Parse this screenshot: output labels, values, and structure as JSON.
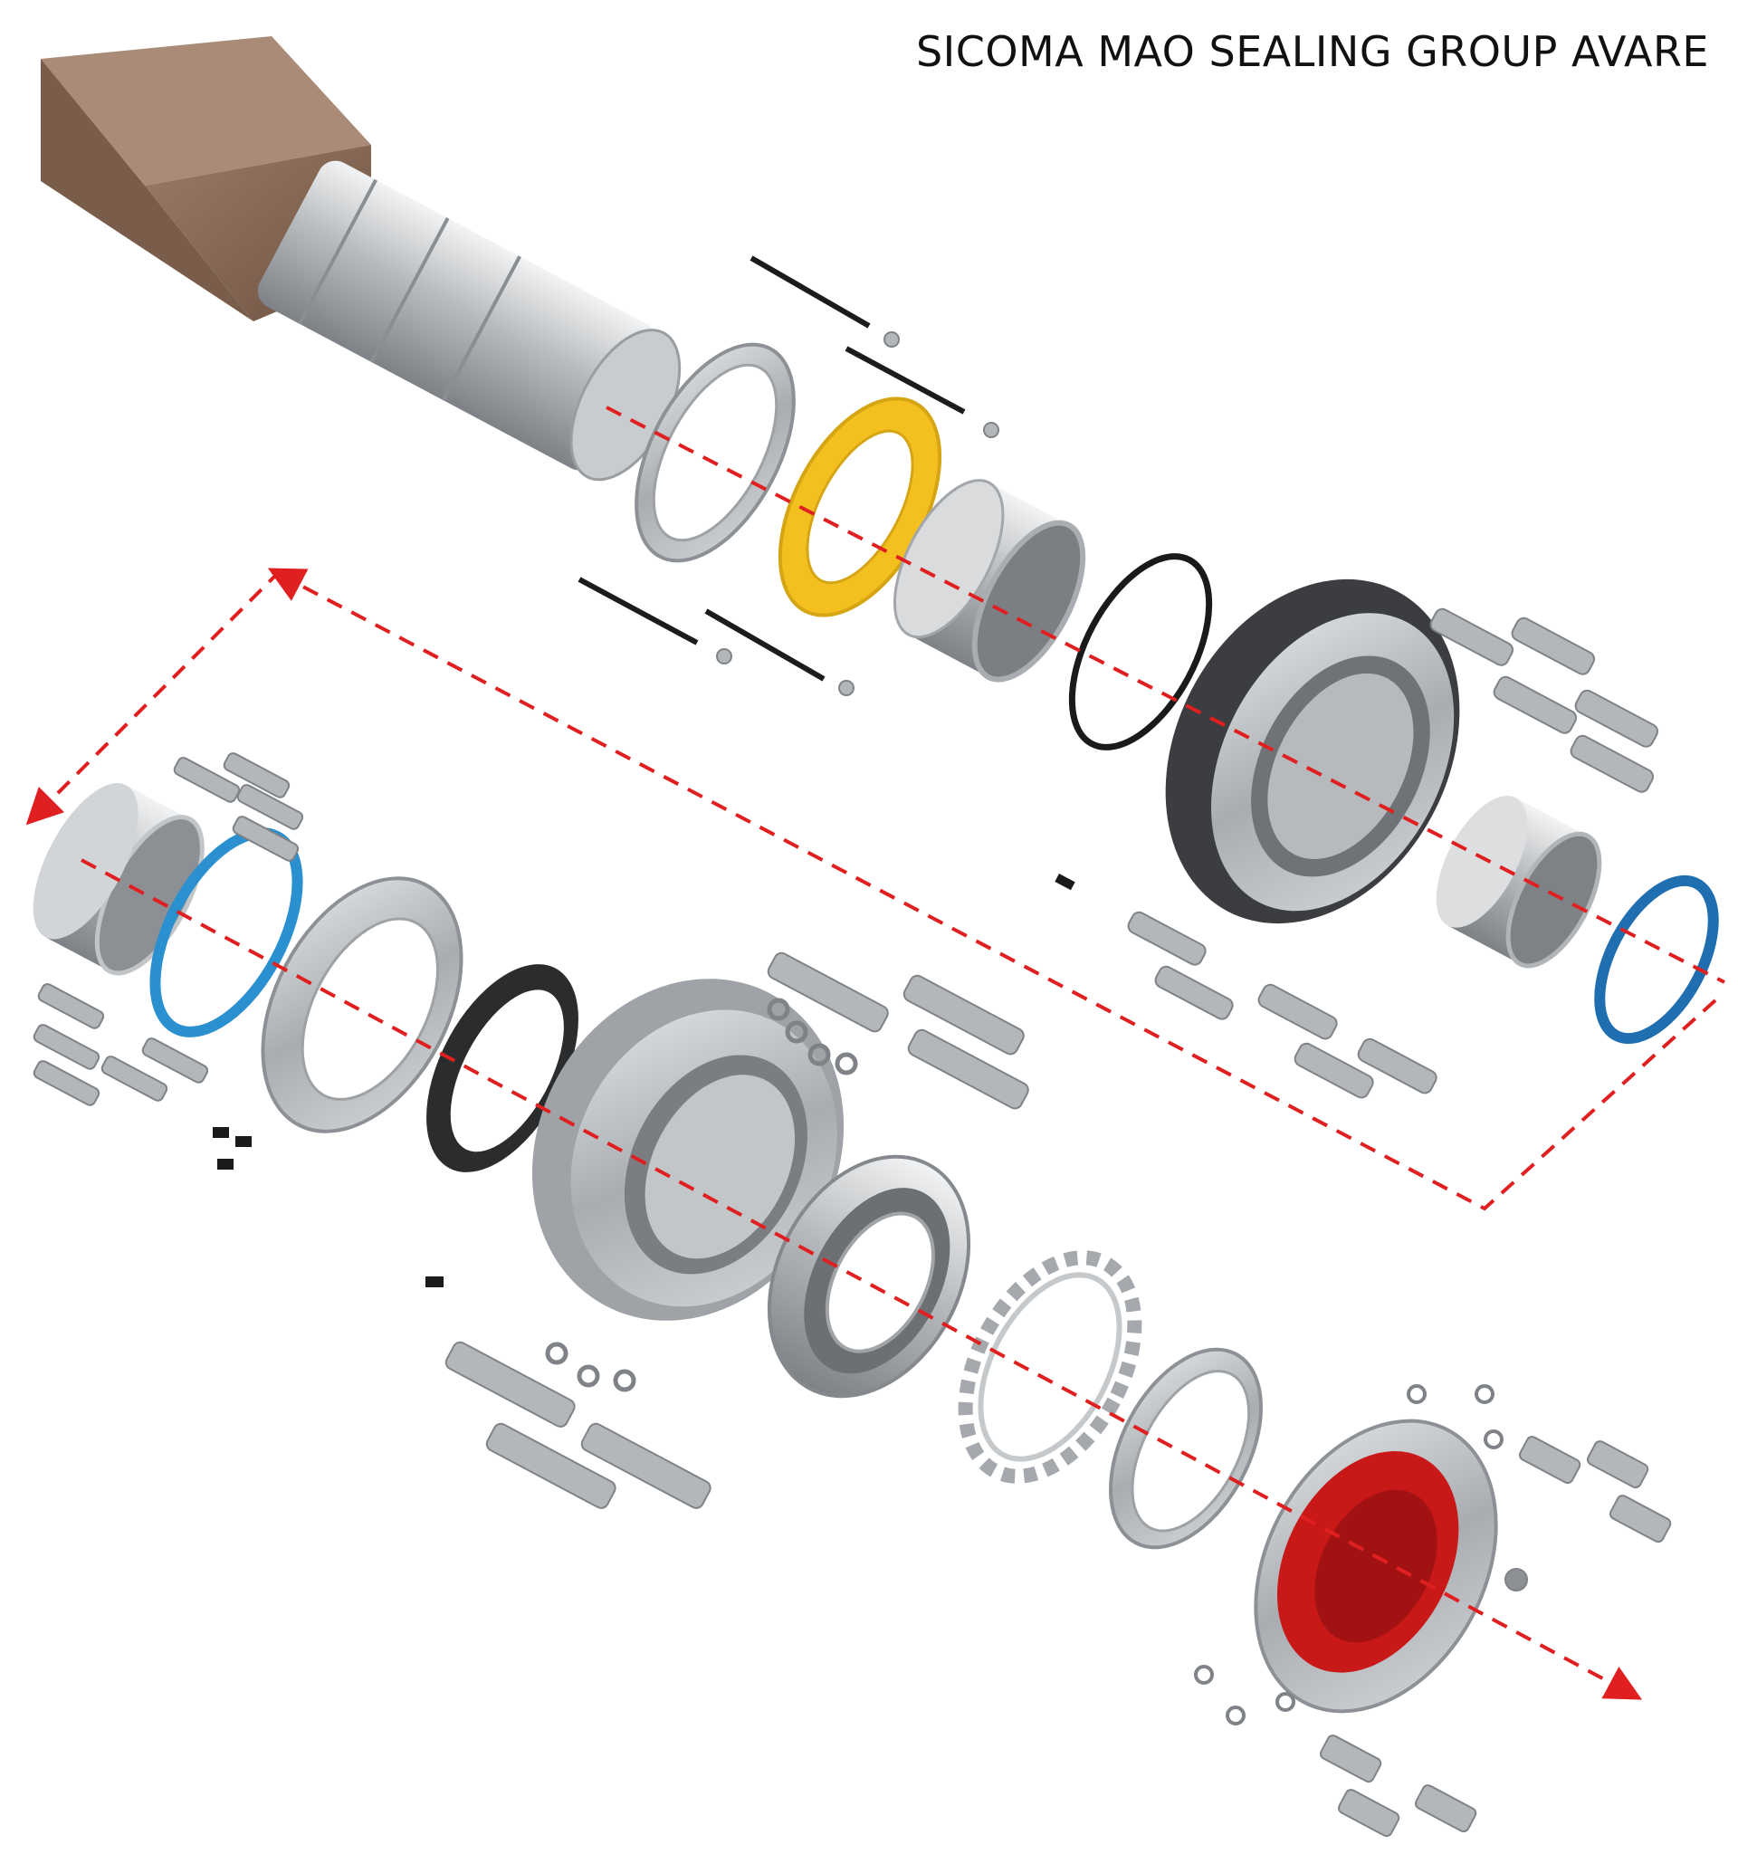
{
  "title": "SICOMA MAO SEALING GROUP AVARE",
  "colors": {
    "axis_arrow": "#e02020",
    "shaft_block": "#8a6a55",
    "steel": "#b9bcbf",
    "yellow_ring": "#f4c020",
    "blue_ring": "#2a90d0",
    "red_cap": "#c81818",
    "rubber": "#1a1a1a"
  },
  "parts": [
    "shaft-with-square-head",
    "flange-plate",
    "yellow-spacer-ring",
    "cylindrical-sleeve",
    "o-ring",
    "dark-bearing-housing",
    "inner-sleeve",
    "blue-seal-ring",
    "end-ring",
    "blue-o-ring",
    "bolted-flange",
    "shaft-seal",
    "main-bearing-housing",
    "spherical-roller-bearing",
    "lock-washer",
    "lock-nut",
    "red-end-cap",
    "bolts-and-washers"
  ]
}
